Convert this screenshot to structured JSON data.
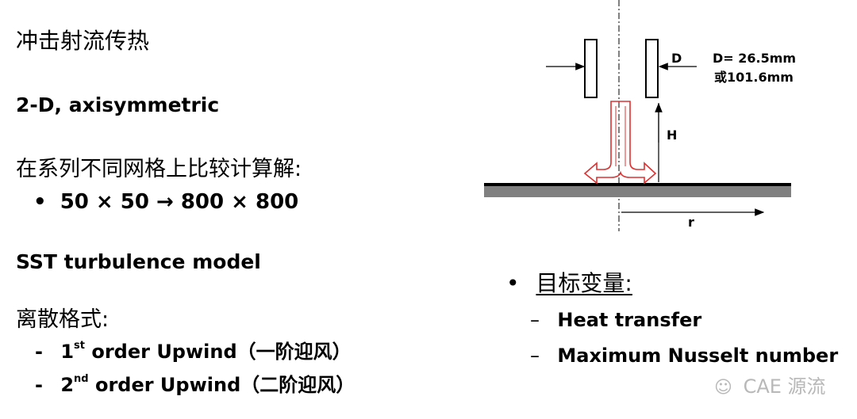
{
  "left": {
    "title": "冲击射流传热",
    "geometry": "2-D, axisymmetric",
    "mesh_heading": "在系列不同网格上比较计算解:",
    "mesh_bullet": "50 × 50 → 800 × 800",
    "turbulence": "SST turbulence model",
    "scheme_heading": "离散格式:",
    "schemes": [
      {
        "prefix": "1",
        "sup": "st",
        "text": " order Upwind（一阶迎风）"
      },
      {
        "prefix": "2",
        "sup": "nd",
        "text": " order Upwind（二阶迎风）"
      }
    ]
  },
  "diagram": {
    "label_D": "D",
    "diameter_1": "D= 26.5mm",
    "diameter_2": "或101.6mm",
    "label_H": "H",
    "label_r": "r",
    "nozzle_color": "#000000",
    "flow_color": "#e03030",
    "plate_color": "#808080"
  },
  "right": {
    "target_heading": "目标变量:",
    "targets": [
      "Heat transfer",
      "Maximum Nusselt number"
    ]
  },
  "watermark": "CAE 源流"
}
